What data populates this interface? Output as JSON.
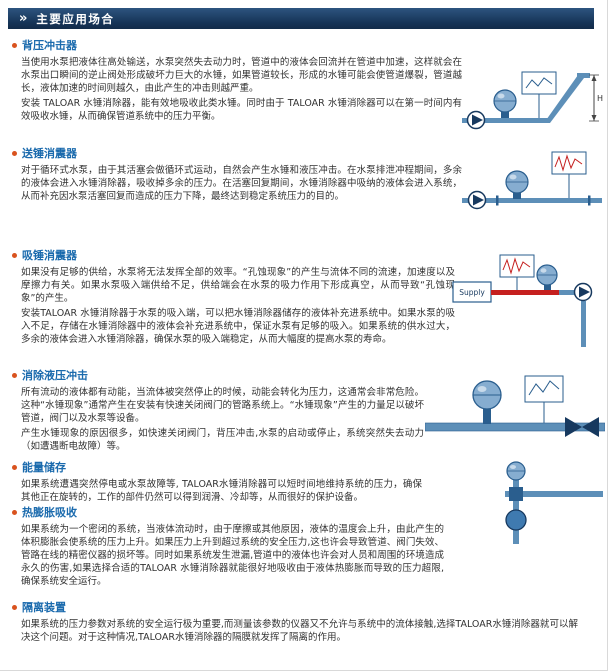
{
  "header": {
    "chevron": "»",
    "title": "主要应用场合"
  },
  "sections": [
    {
      "title": "背压冲击器",
      "paragraphs": [
        "当使用水泵把液体往高处输送，水泵突然失去动力时，管道中的液体会回流并在管道中加速，这样就会在水泵出口瞬间的逆止阀处形成破坏力巨大的水锤，如果管道较长，形成的水锤可能会使管道爆裂，管道越长，液体加速的时间则越久，由此产生的冲击则越严重。",
        "安装 TALOAR 水锤消除器，能有效地吸收此类水锤。同时由于 TALOAR 水锤消除器可以在第一时间内有效吸收水锤，从而确保管道系统中的压力平衡。"
      ]
    },
    {
      "title": "送锤消震器",
      "paragraphs": [
        "对于循环式水泵，由于其活塞会做循环式运动，自然会产生水锤和液压冲击。在水泵排泄冲程期间，多余的液体会进入水锤消除器，吸收掉多余的压力。在活塞回复期间，水锤消除器中吸纳的液体会进入系统，从而补充因水泵活塞回复而造成的压力下降，最终达到稳定系统压力的目的。"
      ]
    },
    {
      "title": "吸锤消震器",
      "paragraphs": [
        "如果没有足够的供给，水泵将无法发挥全部的效率。“孔蚀现象”的产生与流体不同的流速，加速度以及摩擦力有关。如果水泵吸入端供给不足，供给端会在水泵的吸力作用下形成真空，从而导致“孔蚀现象”的产生。",
        "安装TALOAR 水锤消除器于水泵的吸入端，可以把水锤消除器储存的液体补充进系统中。如果水泵的吸入不足，存储在水锤消除器中的液体会补充进系统中，保证水泵有足够的吸入。如果系统的供水过大，多余的液体会进入水锤消除器，确保水泵的吸入端稳定，从而大幅度的提高水泵的寿命。"
      ]
    },
    {
      "title": "消除液压冲击",
      "paragraphs": [
        "所有流动的液体都有动能，当流体被突然停止的时候，动能会转化为压力，这通常会非常危险。这种“水锤现象”通常产生在安装有快速关闭阀门的管路系统上。“水锤现象”产生的力量足以破坏管道，阀门以及水泵等设备。",
        "产生水锤现象的原因很多，如快速关闭阀门，背压冲击,水泵的启动或停止，系统突然失去动力（如遭遇断电故障）等。"
      ]
    },
    {
      "title": "能量储存",
      "paragraphs": [
        "如果系统遭遇突然停电或水泵故障等, TALOAR水锤消除器可以短时间地维持系统的压力，确保其他正在旋转的，工作的部件仍然可以得到润滑、冷却等，从而很好的保护设备。"
      ]
    },
    {
      "title": "热膨胀吸收",
      "paragraphs": [
        "如果系统为一个密闭的系统，当液体流动时，由于摩擦或其他原因，液体的温度会上升，由此产生的体积膨胀会使系统的压力上升。如果压力上升到超过系统的安全压力,这也许会导致管道、阀门失效、管路在线的精密仪器的损坏等。同时如果系统发生泄漏,管道中的液体也许会对人员和周围的环境造成永久的伤害,如果选择合适的TALOAR 水锤消除器就能很好地吸收由于液体热膨胀而导致的压力超限,确保系统安全运行。"
      ]
    },
    {
      "title": "隔离装置",
      "paragraphs": [
        "如果系统的压力参数对系统的安全运行极为重要,而测量该参数的仪器又不允许与系统中的流体接触,选择TALOAR水锤消除器就可以解决这个问题。对于这种情况,TALOAR水锤消除器的隔膜就发挥了隔离的作用。"
      ]
    }
  ],
  "diagrams": {
    "d1_height_label": "H",
    "d3_supply_label": "Supply"
  },
  "colors": {
    "header_bg": "#163457",
    "heading_blue": "#1a6aad",
    "bullet_orange": "#d9531e",
    "pipe_blue": "#5d8fb8",
    "navy": "#17395f",
    "accent_red": "#c5201f"
  }
}
